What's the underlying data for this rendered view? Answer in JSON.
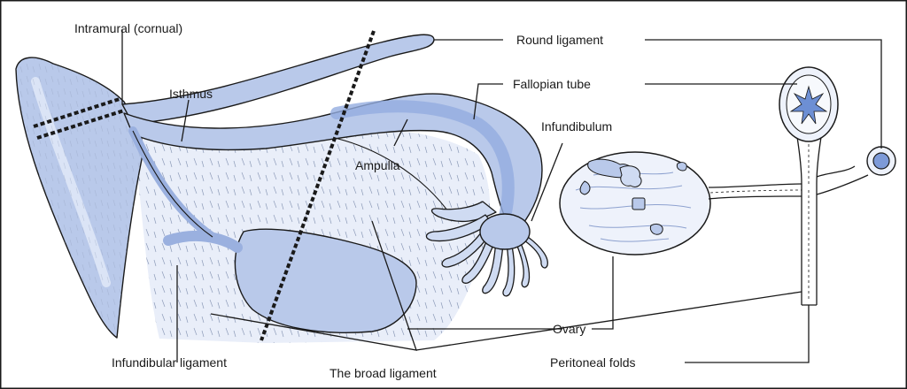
{
  "labels": {
    "intramural": "Intramural (cornual)",
    "isthmus": "Isthmus",
    "round_ligament": "Round ligament",
    "fallopian_tube": "Fallopian tube",
    "infundibulum": "Infundibulum",
    "ampulla": "Ampulla",
    "ovary": "Ovary",
    "infundibular_ligament": "Infundibular ligament",
    "broad_ligament": "The broad ligament",
    "peritoneal_folds": "Peritoneal folds"
  },
  "colors": {
    "organ_fill": "#b9c9ea",
    "organ_shade": "#95aee0",
    "ligament_fill": "#dfe7f6",
    "outline": "#1a1a1a"
  }
}
